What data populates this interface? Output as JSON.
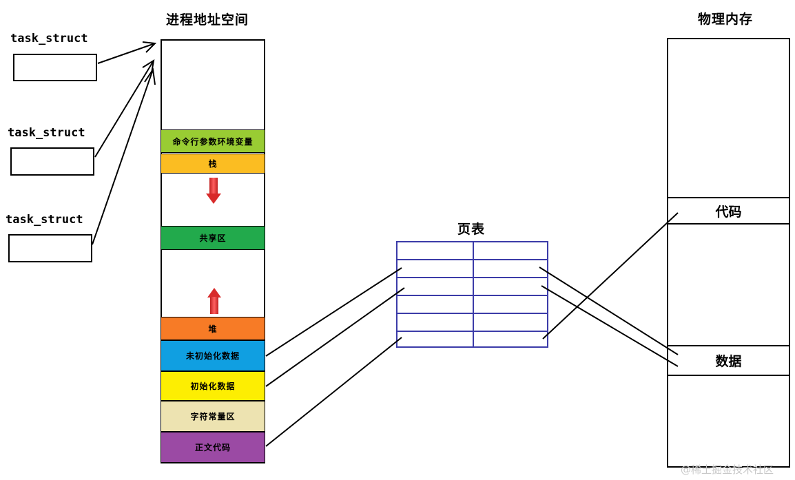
{
  "virtual_space": {
    "title": "进程地址空间",
    "segments": {
      "cmdline_env": "命令行参数环境变量",
      "stack": "栈",
      "shared": "共享区",
      "heap": "堆",
      "bss": "未初始化数据",
      "data": "初始化数据",
      "rodata": "字符常量区",
      "text": "正文代码"
    },
    "colors": {
      "cmdline_env": "#99cc33",
      "stack": "#fbbd22",
      "shared": "#22aa4c",
      "heap": "#f77b26",
      "bss": "#109fe1",
      "data": "#fdee02",
      "rodata": "#ede3b1",
      "text": "#9b4aa4"
    }
  },
  "tasks": [
    {
      "label": "task_struct"
    },
    {
      "label": "task_struct"
    },
    {
      "label": "task_struct"
    }
  ],
  "page_table": {
    "title": "页表",
    "color": "#3b3ba8"
  },
  "physical": {
    "title": "物理内存",
    "code": "代码",
    "data": "数据"
  },
  "watermark": "@稀土掘金技术社区"
}
